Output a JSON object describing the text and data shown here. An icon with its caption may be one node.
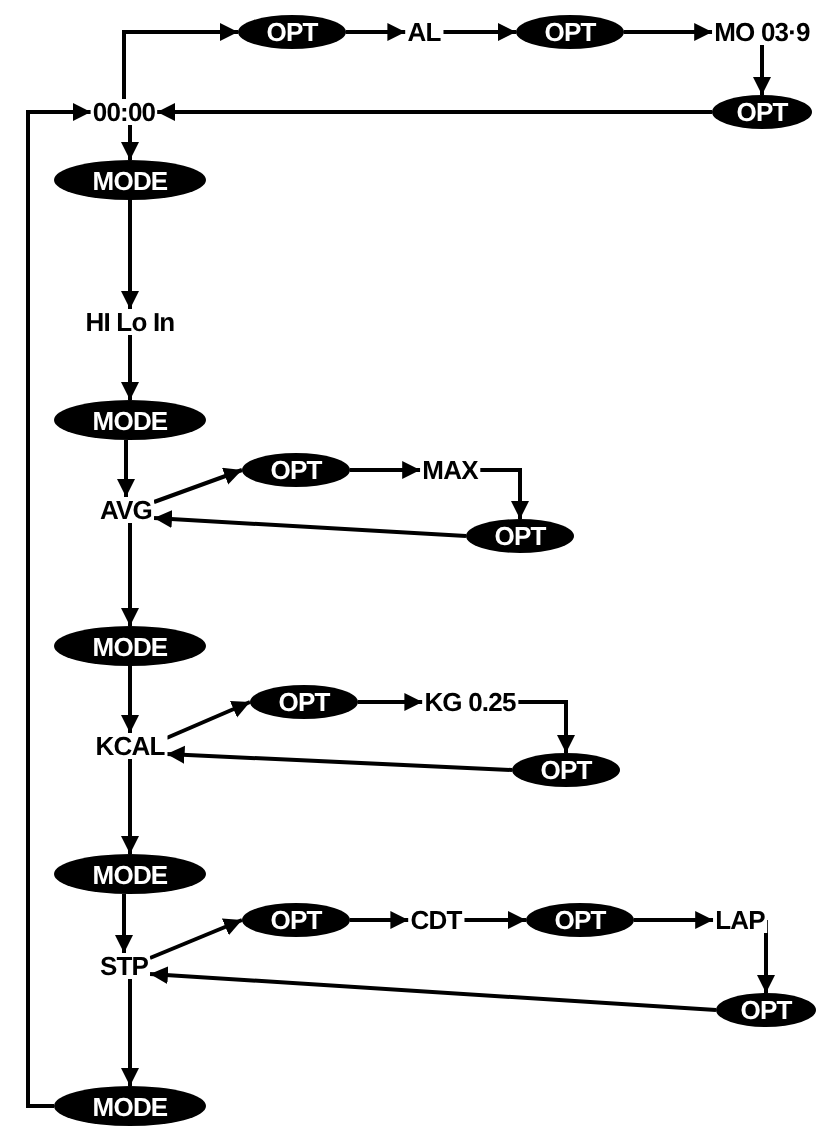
{
  "diagram": {
    "nodes": [
      {
        "text": [
          "OPT"
        ]
      },
      {
        "text": [
          "AL"
        ]
      },
      {
        "text": [
          "OPT"
        ]
      },
      {
        "text": [
          "MO 03·9"
        ]
      },
      {
        "text": [
          "00:00"
        ]
      },
      {
        "text": [
          "OPT"
        ]
      },
      {
        "text": [
          "MODE"
        ]
      },
      {
        "text": [
          "HI Lo In"
        ]
      },
      {
        "text": [
          "MODE"
        ]
      },
      {
        "text": [
          "OPT"
        ]
      },
      {
        "text": [
          "MAX"
        ]
      },
      {
        "text": [
          "AVG"
        ]
      },
      {
        "text": [
          "OPT"
        ]
      },
      {
        "text": [
          "MODE"
        ]
      },
      {
        "text": [
          "OPT"
        ]
      },
      {
        "text": [
          "KG 0.25"
        ]
      },
      {
        "text": [
          "KCAL"
        ]
      },
      {
        "text": [
          "OPT"
        ]
      },
      {
        "text": [
          "MODE"
        ]
      },
      {
        "text": [
          "OPT"
        ]
      },
      {
        "text": [
          "CDT"
        ]
      },
      {
        "text": [
          "OPT"
        ]
      },
      {
        "text": [
          "LAP"
        ]
      },
      {
        "text": [
          "STP"
        ]
      },
      {
        "text": [
          "OPT"
        ]
      },
      {
        "text": [
          "MODE"
        ]
      }
    ],
    "edges": [
      {
        "from": 4,
        "to": 0,
        "arrow": "to"
      },
      {
        "from": 0,
        "to": 1,
        "arrow": "to"
      },
      {
        "from": 1,
        "to": 2,
        "arrow": "to"
      },
      {
        "from": 2,
        "to": 3,
        "arrow": "to"
      },
      {
        "from": 3,
        "to": 5,
        "arrow": "to"
      },
      {
        "from": 5,
        "to": 4,
        "arrow": "to"
      },
      {
        "from": 4,
        "to": 6,
        "arrow": "to"
      },
      {
        "from": 6,
        "to": 7,
        "arrow": "to"
      },
      {
        "from": 7,
        "to": 8,
        "arrow": "to"
      },
      {
        "from": 8,
        "to": 11,
        "arrow": "to"
      },
      {
        "from": 11,
        "to": 9,
        "arrow": "to"
      },
      {
        "from": 9,
        "to": 10,
        "arrow": "to"
      },
      {
        "from": 10,
        "to": 12,
        "arrow": "to"
      },
      {
        "from": 12,
        "to": 11,
        "arrow": "to"
      },
      {
        "from": 11,
        "to": 13,
        "arrow": "to"
      },
      {
        "from": 13,
        "to": 16,
        "arrow": "to"
      },
      {
        "from": 16,
        "to": 14,
        "arrow": "to"
      },
      {
        "from": 14,
        "to": 15,
        "arrow": "to"
      },
      {
        "from": 15,
        "to": 17,
        "arrow": "to"
      },
      {
        "from": 17,
        "to": 16,
        "arrow": "to"
      },
      {
        "from": 16,
        "to": 18,
        "arrow": "to"
      },
      {
        "from": 18,
        "to": 23,
        "arrow": "to"
      },
      {
        "from": 23,
        "to": 19,
        "arrow": "to"
      },
      {
        "from": 19,
        "to": 20,
        "arrow": "to"
      },
      {
        "from": 20,
        "to": 21,
        "arrow": "to"
      },
      {
        "from": 21,
        "to": 22,
        "arrow": "to"
      },
      {
        "from": 22,
        "to": 24,
        "arrow": "to"
      },
      {
        "from": 24,
        "to": 23,
        "arrow": "to"
      },
      {
        "from": 23,
        "to": 25,
        "arrow": "to"
      },
      {
        "from": 25,
        "to": 4,
        "arrow": "to"
      }
    ]
  }
}
